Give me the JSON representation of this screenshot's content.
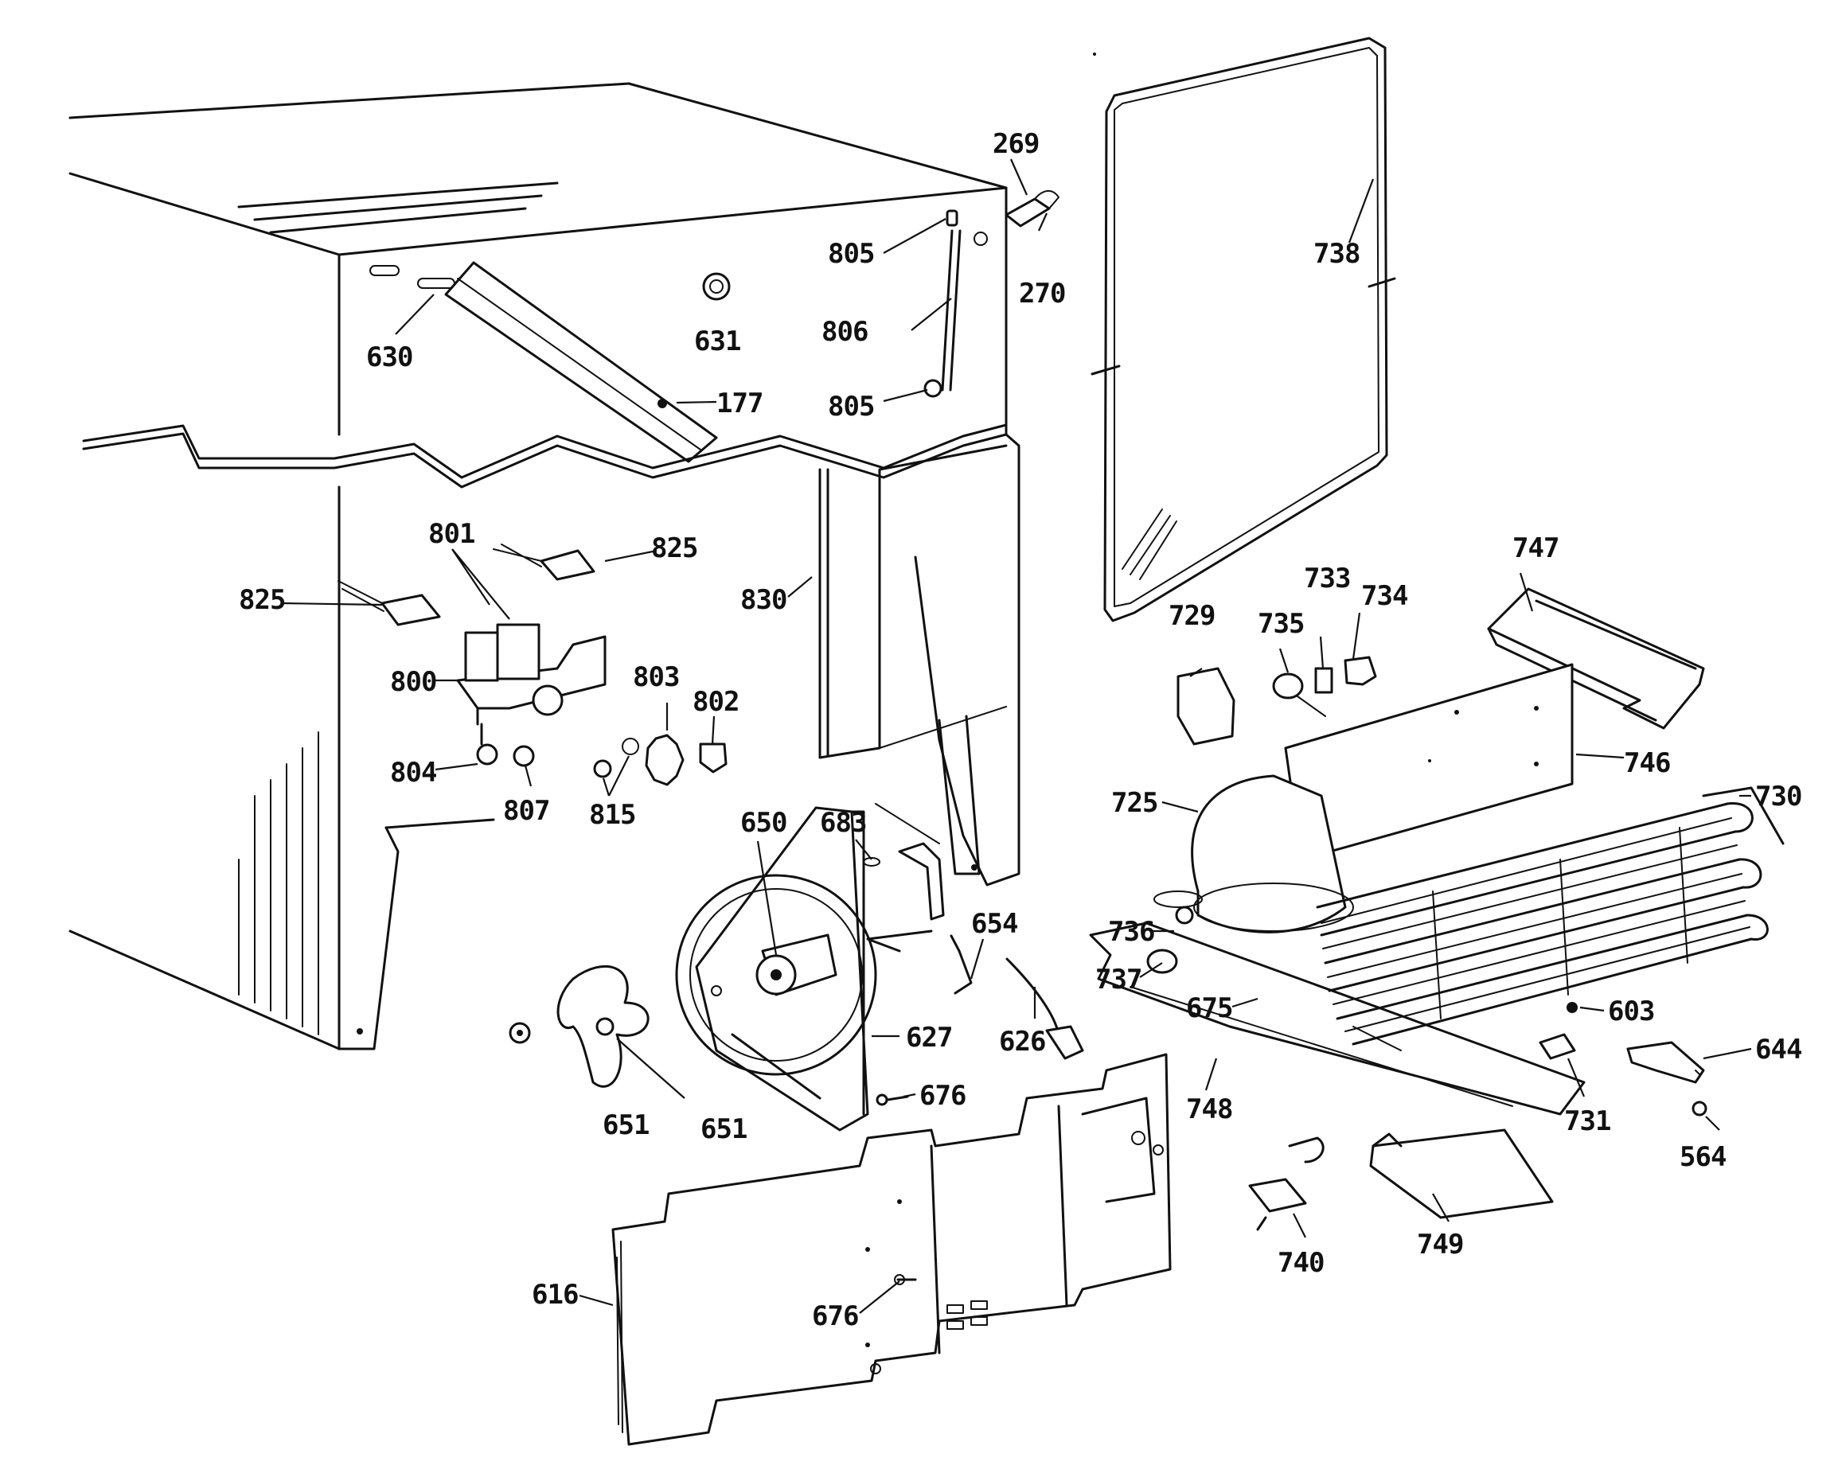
{
  "labels": {
    "l269": "269",
    "l270": "270",
    "l805a": "805",
    "l805b": "805",
    "l806": "806",
    "l738": "738",
    "l630": "630",
    "l631": "631",
    "l177": "177",
    "l801": "801",
    "l825a": "825",
    "l825b": "825",
    "l830": "830",
    "l800": "800",
    "l803": "803",
    "l802": "802",
    "l804": "804",
    "l807": "807",
    "l815": "815",
    "l747": "747",
    "l729": "729",
    "l735": "735",
    "l733": "733",
    "l734": "734",
    "l746": "746",
    "l725": "725",
    "l730": "730",
    "l683": "683",
    "l650": "650",
    "l736": "736",
    "l654": "654",
    "l737": "737",
    "l675": "675",
    "l627": "627",
    "l626": "626",
    "l603": "603",
    "l644": "644",
    "l676a": "676",
    "l651a": "651",
    "l651b": "651",
    "l748": "748",
    "l731": "731",
    "l564": "564",
    "l740": "740",
    "l749": "749",
    "l616": "616",
    "l676b": "676"
  }
}
